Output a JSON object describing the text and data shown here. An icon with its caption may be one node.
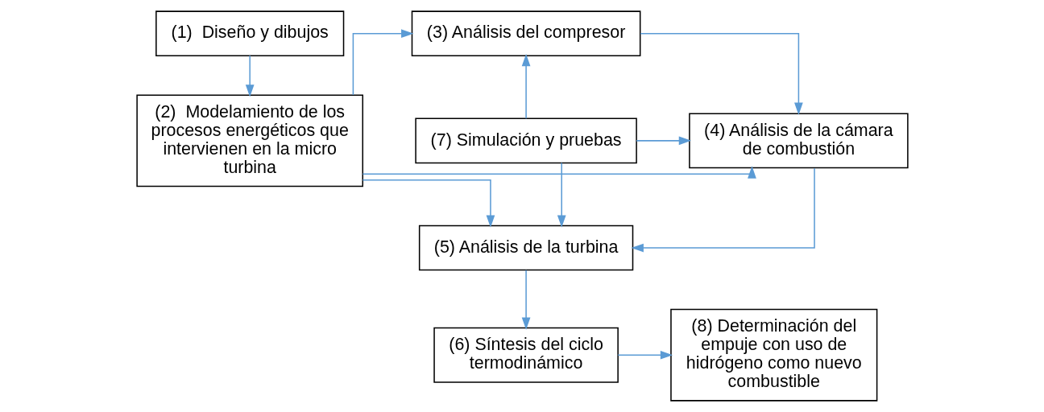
{
  "diagram": {
    "nodes": [
      {
        "text": [
          "(1)  Diseño y dibujos"
        ]
      },
      {
        "text": [
          "(2)  Modelamiento de los procesos energéticos que intervienen en la micro turbina"
        ]
      },
      {
        "text": [
          "(3) Análisis del compresor"
        ]
      },
      {
        "text": [
          "(4) Análisis de la cámara de combustión"
        ]
      },
      {
        "text": [
          "(5) Análisis de la turbina"
        ]
      },
      {
        "text": [
          "(6) Síntesis del ciclo termodinámico"
        ]
      },
      {
        "text": [
          "(7) Simulación y pruebas"
        ]
      },
      {
        "text": [
          "(8) Determinación del empuje con uso de hidrógeno como nuevo combustible"
        ]
      }
    ],
    "edges": [
      {
        "from": 0,
        "to": 1,
        "arrow": "to",
        "color": "#5b9bd5"
      },
      {
        "from": 1,
        "to": 2,
        "arrow": "to",
        "color": "#5b9bd5"
      },
      {
        "from": 1,
        "to": 3,
        "arrow": "to",
        "color": "#5b9bd5"
      },
      {
        "from": 1,
        "to": 4,
        "arrow": "to",
        "color": "#5b9bd5"
      },
      {
        "from": 2,
        "to": 3,
        "arrow": "to",
        "color": "#5b9bd5"
      },
      {
        "from": 3,
        "to": 4,
        "arrow": "to",
        "color": "#5b9bd5"
      },
      {
        "from": 4,
        "to": 5,
        "arrow": "to",
        "color": "#5b9bd5"
      },
      {
        "from": 6,
        "to": 2,
        "arrow": "to",
        "color": "#5b9bd5"
      },
      {
        "from": 6,
        "to": 3,
        "arrow": "to",
        "color": "#5b9bd5"
      },
      {
        "from": 6,
        "to": 4,
        "arrow": "to",
        "color": "#5b9bd5"
      },
      {
        "from": 5,
        "to": 7,
        "arrow": "to",
        "color": "#5b9bd5"
      }
    ]
  }
}
